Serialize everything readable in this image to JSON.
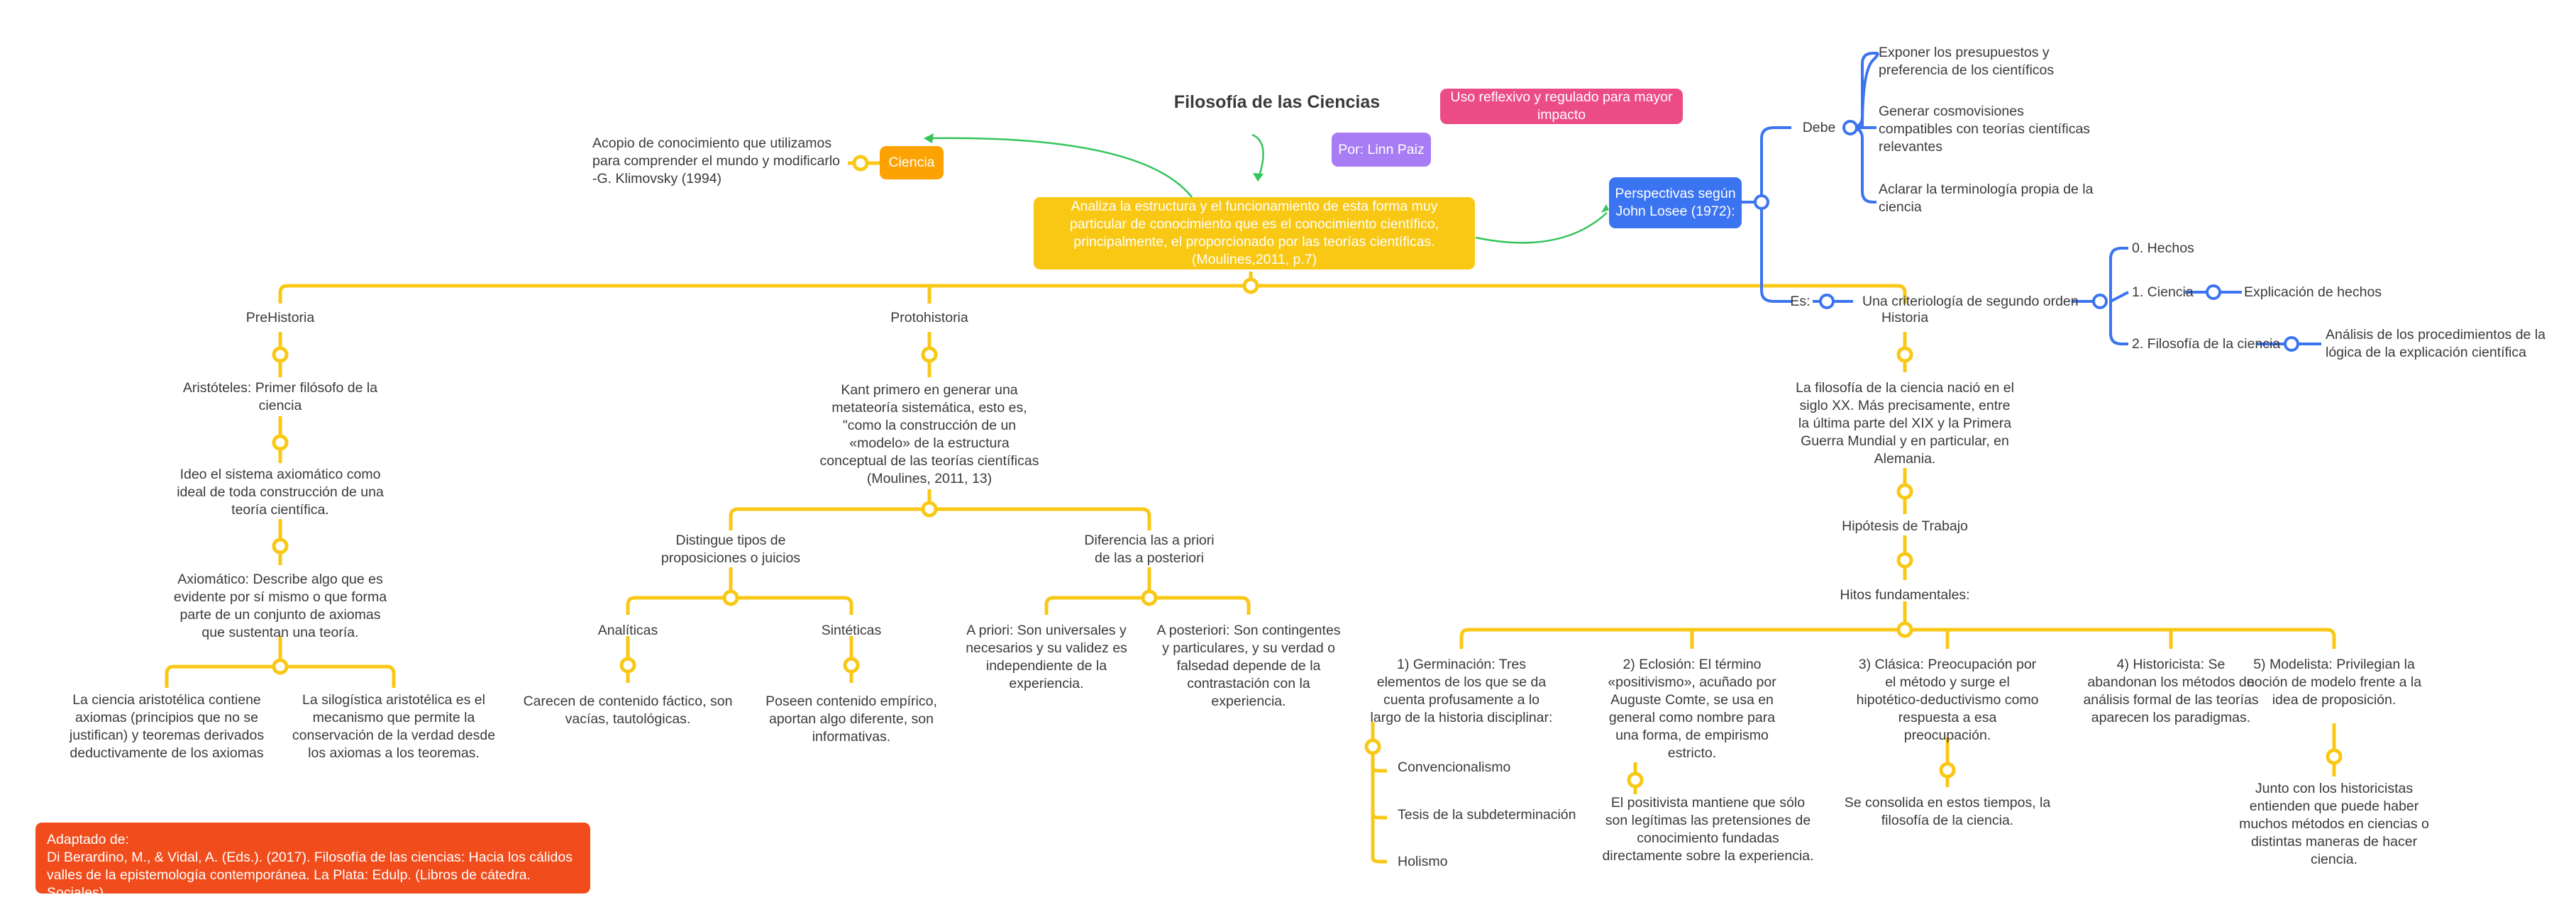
{
  "title": "Filosofía de las Ciencias",
  "notes": {
    "uso": "Uso reflexivo y regulado para mayor impacto",
    "autor": "Por: Linn Paiz"
  },
  "central": "Analiza la estructura y el funcionamiento de esta forma muy particular de conocimiento que es el conocimiento científico, principalmente, el proporcionado por las teorías científicas. (Moulines,2011, p.7)",
  "ciencia": {
    "label": "Ciencia",
    "def": "Acopio de conocimiento que utilizamos para comprender el mundo y modificarlo -G. Klimovsky (1994)"
  },
  "losee": {
    "label": "Perspectivas según John Losee (1972):",
    "debe": "Debe",
    "debe_items": [
      "Exponer los presupuestos y preferencia de los científicos",
      "Generar cosmovisiones compatibles con teorías científicas relevantes",
      "Aclarar la terminología propia de la ciencia"
    ],
    "es": "Es:",
    "es_item": "Una criteriología de segundo orden",
    "levels": {
      "hechos": "0. Hechos",
      "ciencia": "1. Ciencia",
      "ciencia_desc": "Explicación de hechos",
      "filosofia": "2. Filosofía de la ciencia",
      "filosofia_desc": "Análisis de los procedimientos de la lógica de la explicación científica"
    }
  },
  "prehistoria": {
    "label": "PreHistoria",
    "items": [
      "Aristóteles: Primer filósofo de la ciencia",
      "Ideo el sistema axiomático como ideal de toda construcción de una teoría científica.",
      "Axiomático: Describe algo que es evidente por sí mismo o que forma parte de un conjunto de axiomas que sustentan una teoría."
    ],
    "leaves": [
      "La ciencia aristotélica contiene axiomas (principios que no se justifican) y teoremas derivados deductivamente de los axiomas",
      "La silogística aristotélica es el mecanismo que permite la conservación de la verdad desde los axiomas a los teoremas."
    ]
  },
  "protohistoria": {
    "label": "Protohistoria",
    "kant": "Kant primero en generar una metateoría sistemática, esto es, \"como la construcción de un «modelo» de la estructura conceptual de las teorías científicas (Moulines, 2011, 13)",
    "distingue": "Distingue tipos de proposiciones o juicios",
    "analiticas": "Analíticas",
    "analiticas_desc": "Carecen de contenido fáctico, son vacías, tautológicas.",
    "sinteticas": "Sintéticas",
    "sinteticas_desc": "Poseen contenido empírico, aportan algo diferente, son informativas.",
    "diferencia": "Diferencia las a priori de las a posteriori",
    "apriori": "A priori: Son universales y necesarios y su validez es independiente de la experiencia.",
    "aposteriori": "A posteriori: Son contingentes y particulares, y su verdad o falsedad depende de la contrastación con la experiencia."
  },
  "historia": {
    "label": "Historia",
    "origen": "La filosofía de la ciencia nació en el siglo XX. Más precisamente, entre la última parte del XIX y la Primera Guerra Mundial y en particular, en Alemania.",
    "hipotesis": "Hipótesis de Trabajo",
    "hitos": "Hitos fundamentales:",
    "h1": "1) Germinación: Tres elementos de los que se da cuenta profusamente a lo largo de la historia disciplinar:",
    "h1_items": [
      "Convencionalismo",
      "Tesis de la subdeterminación",
      "Holismo"
    ],
    "h2": "2) Eclosión: El término «positivismo», acuñado por Auguste Comte, se usa en general como nombre para una forma, de empirismo estricto.",
    "h2_sub": "El positivista mantiene que sólo son legítimas las pretensiones de conocimiento fundadas directamente sobre la experiencia.",
    "h3": "3) Clásica: Preocupación por el método y surge el hipotético-deductivismo como respuesta a esa preocupación.",
    "h3_sub": "Se consolida en estos tiempos, la filosofía de la ciencia.",
    "h4": "4) Historicista: Se abandonan los métodos de análisis formal de las teorías  aparecen los paradigmas.",
    "h5": "5) Modelista: Privilegian la noción de modelo frente a la idea de proposición.",
    "h5_sub": "Junto con los historicistas entienden que puede haber muchos métodos en ciencias o distintas maneras de hacer ciencia."
  },
  "reference": "Adaptado de:\nDi Berardino, M., & Vidal, A. (Eds.). (2017). Filosofía de las ciencias: Hacia los cálidos valles de la epistemología contemporánea. La Plata: Edulp. (Libros de cátedra. Sociales).",
  "colors": {
    "yellow": "#f9c815",
    "orange": "#fca203",
    "pink": "#ec4c86",
    "purple": "#a87cf4",
    "blue": "#3b74f0",
    "red": "#f14c1c",
    "green": "#34c45a"
  }
}
